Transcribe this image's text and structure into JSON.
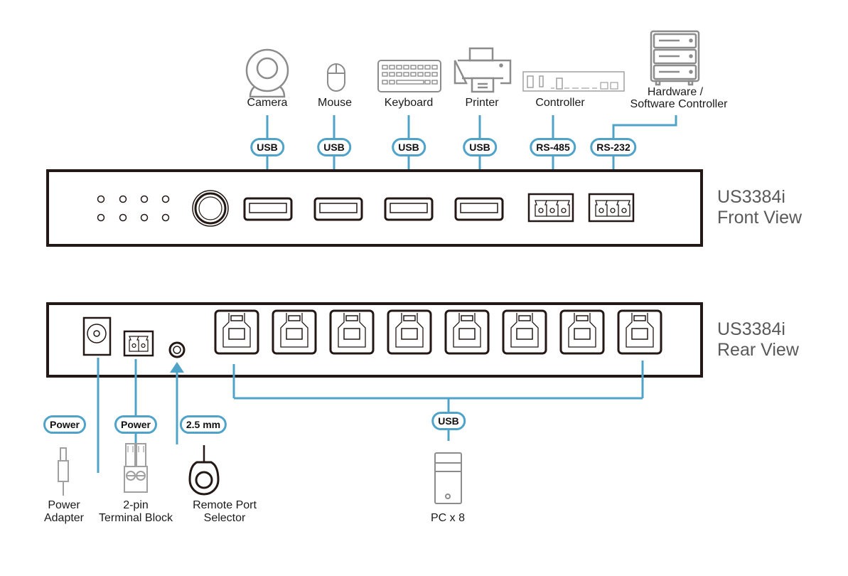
{
  "colors": {
    "cable": "#4fa3c8",
    "device_outline": "#231815",
    "peripheral_icon": "#8c8c8c",
    "view_title": "#595959"
  },
  "front_view": {
    "title_line1": "US3384i",
    "title_line2": "Front View",
    "led_count": 8,
    "usb_ports": 4,
    "terminal_ports": 2
  },
  "rear_view": {
    "title_line1": "US3384i",
    "title_line2": "Rear View",
    "usb_b_ports": 8
  },
  "peripherals": [
    {
      "id": "camera",
      "label": "Camera",
      "icon": "webcam-icon",
      "connection": "USB"
    },
    {
      "id": "mouse",
      "label": "Mouse",
      "icon": "mouse-icon",
      "connection": "USB"
    },
    {
      "id": "keyboard",
      "label": "Keyboard",
      "icon": "keyboard-icon",
      "connection": "USB"
    },
    {
      "id": "printer",
      "label": "Printer",
      "icon": "printer-icon",
      "connection": "USB"
    },
    {
      "id": "controller",
      "label": "Controller",
      "icon": "controller-device-icon",
      "connection": "RS-485"
    },
    {
      "id": "hw-sw-controller",
      "label_line1": "Hardware /",
      "label_line2": "Software Controller",
      "icon": "server-icon",
      "connection": "RS-232"
    }
  ],
  "rear_connections": [
    {
      "id": "power-adapter",
      "label_line1": "Power",
      "label_line2": "Adapter",
      "icon": "power-plug-icon",
      "connection": "Power"
    },
    {
      "id": "terminal-block",
      "label_line1": "2-pin",
      "label_line2": "Terminal Block",
      "icon": "terminal-block-icon",
      "connection": "Power"
    },
    {
      "id": "remote-port",
      "label_line1": "Remote Port",
      "label_line2": "Selector",
      "icon": "remote-button-icon",
      "connection": "2.5 mm"
    },
    {
      "id": "pc",
      "label": "PC x 8",
      "icon": "pc-tower-icon",
      "connection": "USB"
    }
  ]
}
